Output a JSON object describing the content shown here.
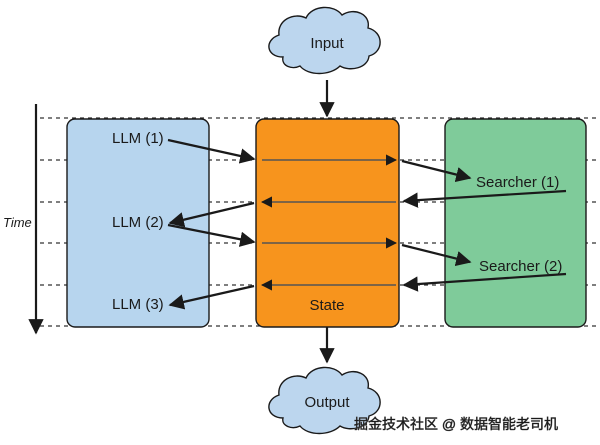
{
  "input_label": "Input",
  "output_label": "Output",
  "time_label": "Time",
  "state_label": "State",
  "llm_steps": [
    "LLM (1)",
    "LLM (2)",
    "LLM (3)"
  ],
  "searcher_steps": [
    "Searcher (1)",
    "Searcher (2)"
  ],
  "watermark": "掘金技术社区 @ 数据智能老司机",
  "colors": {
    "llm_fill": "#b7d5ee",
    "state_fill": "#f7941d",
    "searcher_fill": "#7fcb9a",
    "cloud_fill": "#bcd6ee",
    "stroke": "#1a1a1a",
    "divider": "#333333"
  }
}
